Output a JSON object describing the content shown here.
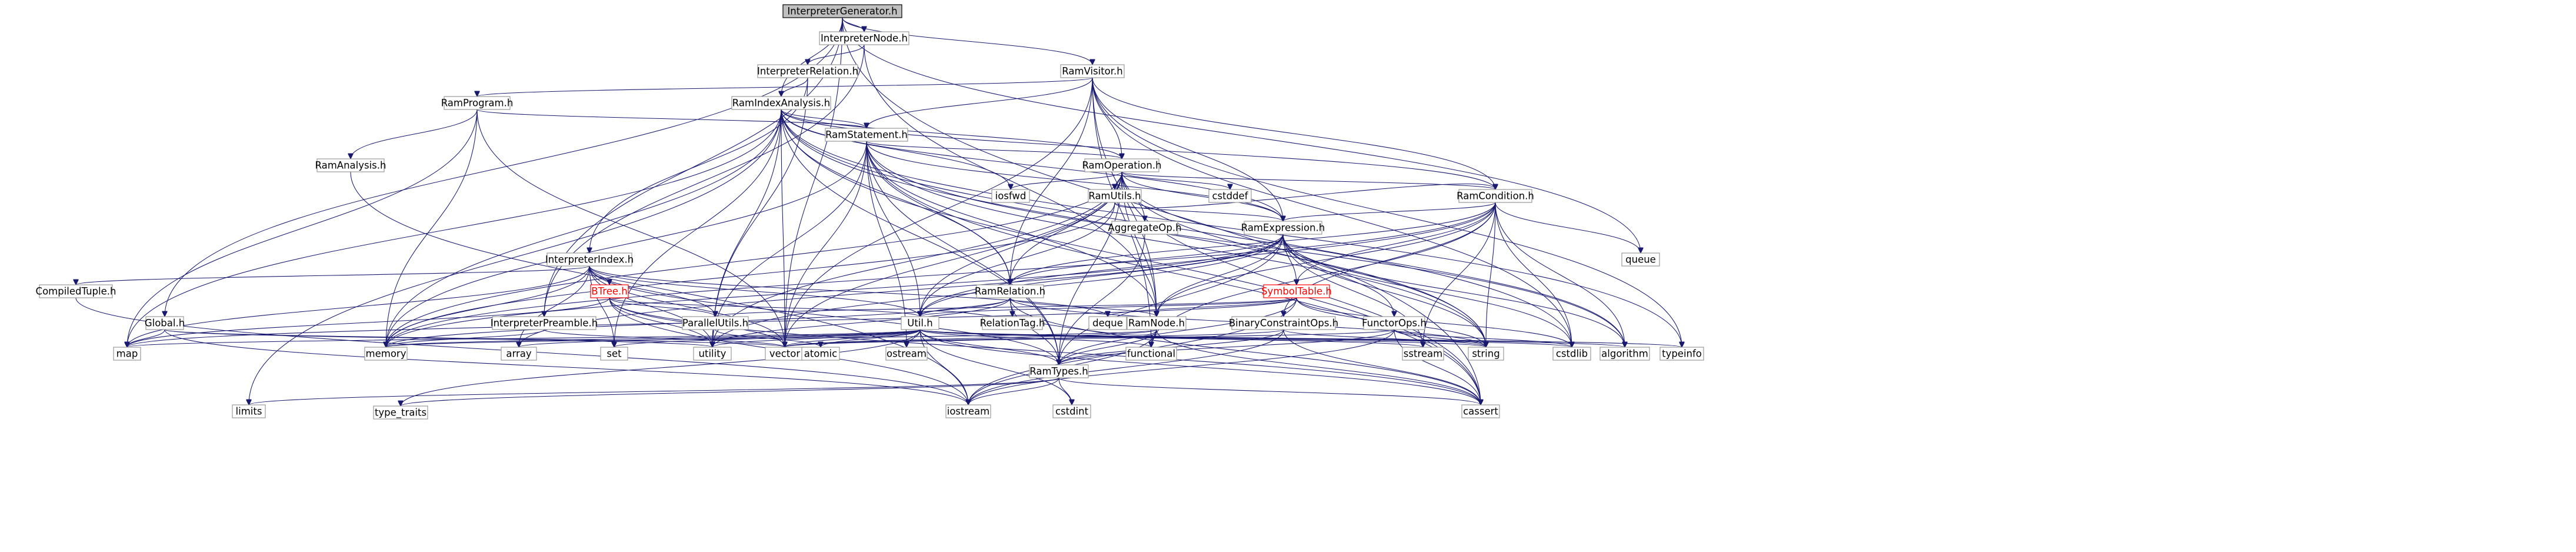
{
  "nodes": [
    {
      "id": "InterpreterGenerator",
      "label": "InterpreterGenerator.h",
      "root": true
    },
    {
      "id": "InterpreterNode",
      "label": "InterpreterNode.h"
    },
    {
      "id": "InterpreterRelation",
      "label": "InterpreterRelation.h"
    },
    {
      "id": "RamVisitor",
      "label": "RamVisitor.h"
    },
    {
      "id": "RamProgram",
      "label": "RamProgram.h"
    },
    {
      "id": "RamIndexAnalysis",
      "label": "RamIndexAnalysis.h"
    },
    {
      "id": "RamStatement",
      "label": "RamStatement.h"
    },
    {
      "id": "RamAnalysis",
      "label": "RamAnalysis.h"
    },
    {
      "id": "RamOperation",
      "label": "RamOperation.h"
    },
    {
      "id": "RamUtils",
      "label": "RamUtils.h"
    },
    {
      "id": "RamCondition",
      "label": "RamCondition.h"
    },
    {
      "id": "AggregateOp",
      "label": "AggregateOp.h"
    },
    {
      "id": "RamExpression",
      "label": "RamExpression.h"
    },
    {
      "id": "InterpreterIndex",
      "label": "InterpreterIndex.h"
    },
    {
      "id": "CompiledTuple",
      "label": "CompiledTuple.h"
    },
    {
      "id": "BTree",
      "label": "BTree.h",
      "red": true
    },
    {
      "id": "RamRelation",
      "label": "RamRelation.h"
    },
    {
      "id": "SymbolTable",
      "label": "SymbolTable.h",
      "red": true
    },
    {
      "id": "Global",
      "label": "Global.h"
    },
    {
      "id": "InterpreterPreamble",
      "label": "InterpreterPreamble.h"
    },
    {
      "id": "ParallelUtils",
      "label": "ParallelUtils.h"
    },
    {
      "id": "RelationTag",
      "label": "RelationTag.h"
    },
    {
      "id": "Util",
      "label": "Util.h"
    },
    {
      "id": "RamNode",
      "label": "RamNode.h"
    },
    {
      "id": "BinaryConstraintOps",
      "label": "BinaryConstraintOps.h"
    },
    {
      "id": "FunctorOps",
      "label": "FunctorOps.h"
    },
    {
      "id": "RamTypes",
      "label": "RamTypes.h"
    },
    {
      "id": "iosfwd",
      "label": "iosfwd"
    },
    {
      "id": "cstddef",
      "label": "cstddef"
    },
    {
      "id": "queue",
      "label": "queue"
    },
    {
      "id": "deque",
      "label": "deque"
    },
    {
      "id": "map",
      "label": "map"
    },
    {
      "id": "memory",
      "label": "memory"
    },
    {
      "id": "array",
      "label": "array"
    },
    {
      "id": "set",
      "label": "set"
    },
    {
      "id": "vector",
      "label": "vector"
    },
    {
      "id": "utility",
      "label": "utility"
    },
    {
      "id": "atomic",
      "label": "atomic"
    },
    {
      "id": "ostream",
      "label": "ostream"
    },
    {
      "id": "sstream",
      "label": "sstream"
    },
    {
      "id": "functional",
      "label": "functional"
    },
    {
      "id": "string",
      "label": "string"
    },
    {
      "id": "cstdlib",
      "label": "cstdlib"
    },
    {
      "id": "algorithm",
      "label": "algorithm"
    },
    {
      "id": "typeinfo",
      "label": "typeinfo"
    },
    {
      "id": "limits",
      "label": "limits"
    },
    {
      "id": "type_traits",
      "label": "type_traits"
    },
    {
      "id": "iostream",
      "label": "iostream"
    },
    {
      "id": "cstdint",
      "label": "cstdint"
    },
    {
      "id": "cassert",
      "label": "cassert"
    }
  ],
  "edges": [
    [
      "InterpreterGenerator",
      "InterpreterNode"
    ],
    [
      "InterpreterGenerator",
      "RamVisitor"
    ],
    [
      "InterpreterGenerator",
      "RamIndexAnalysis"
    ],
    [
      "InterpreterGenerator",
      "Global"
    ],
    [
      "InterpreterGenerator",
      "InterpreterPreamble"
    ],
    [
      "InterpreterGenerator",
      "vector"
    ],
    [
      "InterpreterGenerator",
      "queue"
    ],
    [
      "InterpreterGenerator",
      "cassert"
    ],
    [
      "InterpreterNode",
      "InterpreterRelation"
    ],
    [
      "InterpreterNode",
      "InterpreterPreamble"
    ],
    [
      "InterpreterNode",
      "RamNode"
    ],
    [
      "InterpreterRelation",
      "RamIndexAnalysis"
    ],
    [
      "InterpreterRelation",
      "InterpreterIndex"
    ],
    [
      "InterpreterRelation",
      "utility"
    ],
    [
      "RamVisitor",
      "RamProgram"
    ],
    [
      "RamVisitor",
      "RamStatement"
    ],
    [
      "RamVisitor",
      "RamOperation"
    ],
    [
      "RamVisitor",
      "RamCondition"
    ],
    [
      "RamVisitor",
      "RamExpression"
    ],
    [
      "RamVisitor",
      "RamRelation"
    ],
    [
      "RamVisitor",
      "RamNode"
    ],
    [
      "RamVisitor",
      "functional"
    ],
    [
      "RamVisitor",
      "vector"
    ],
    [
      "RamVisitor",
      "typeinfo"
    ],
    [
      "RamVisitor",
      "cstdlib"
    ],
    [
      "RamProgram",
      "RamStatement"
    ],
    [
      "RamProgram",
      "RamAnalysis"
    ],
    [
      "RamProgram",
      "map"
    ],
    [
      "RamProgram",
      "memory"
    ],
    [
      "RamProgram",
      "vector"
    ],
    [
      "RamIndexAnalysis",
      "RamStatement"
    ],
    [
      "RamIndexAnalysis",
      "RamOperation"
    ],
    [
      "RamIndexAnalysis",
      "RamCondition"
    ],
    [
      "RamIndexAnalysis",
      "RamExpression"
    ],
    [
      "RamIndexAnalysis",
      "RamRelation"
    ],
    [
      "RamIndexAnalysis",
      "RamTypes"
    ],
    [
      "RamIndexAnalysis",
      "iosfwd"
    ],
    [
      "RamIndexAnalysis",
      "map"
    ],
    [
      "RamIndexAnalysis",
      "memory"
    ],
    [
      "RamIndexAnalysis",
      "set"
    ],
    [
      "RamIndexAnalysis",
      "vector"
    ],
    [
      "RamIndexAnalysis",
      "utility"
    ],
    [
      "RamIndexAnalysis",
      "string"
    ],
    [
      "RamIndexAnalysis",
      "limits"
    ],
    [
      "RamIndexAnalysis",
      "cassert"
    ],
    [
      "RamIndexAnalysis",
      "cstdlib"
    ],
    [
      "RamIndexAnalysis",
      "typeinfo"
    ],
    [
      "RamStatement",
      "RamOperation"
    ],
    [
      "RamStatement",
      "RamRelation"
    ],
    [
      "RamStatement",
      "RamExpression"
    ],
    [
      "RamStatement",
      "RamNode"
    ],
    [
      "RamStatement",
      "Util"
    ],
    [
      "RamStatement",
      "RamTypes"
    ],
    [
      "RamStatement",
      "memory"
    ],
    [
      "RamStatement",
      "vector"
    ],
    [
      "RamStatement",
      "utility"
    ],
    [
      "RamStatement",
      "string"
    ],
    [
      "RamStatement",
      "ostream"
    ],
    [
      "RamStatement",
      "algorithm"
    ],
    [
      "RamStatement",
      "cassert"
    ],
    [
      "RamAnalysis",
      "iostream"
    ],
    [
      "RamOperation",
      "RamUtils"
    ],
    [
      "RamOperation",
      "RamCondition"
    ],
    [
      "RamOperation",
      "RamExpression"
    ],
    [
      "RamOperation",
      "RamRelation"
    ],
    [
      "RamOperation",
      "AggregateOp"
    ],
    [
      "RamOperation",
      "RamNode"
    ],
    [
      "RamOperation",
      "RamTypes"
    ],
    [
      "RamOperation",
      "Util"
    ],
    [
      "RamOperation",
      "cstddef"
    ],
    [
      "RamOperation",
      "iosfwd"
    ],
    [
      "RamOperation",
      "memory"
    ],
    [
      "RamOperation",
      "vector"
    ],
    [
      "RamOperation",
      "utility"
    ],
    [
      "RamOperation",
      "string"
    ],
    [
      "RamOperation",
      "cassert"
    ],
    [
      "RamOperation",
      "algorithm"
    ],
    [
      "RamUtils",
      "RamCondition"
    ],
    [
      "RamUtils",
      "RamExpression"
    ],
    [
      "RamUtils",
      "Util"
    ],
    [
      "RamUtils",
      "memory"
    ],
    [
      "RamCondition",
      "RamExpression"
    ],
    [
      "RamCondition",
      "RamRelation"
    ],
    [
      "RamCondition",
      "BinaryConstraintOps"
    ],
    [
      "RamCondition",
      "SymbolTable"
    ],
    [
      "RamCondition",
      "RamNode"
    ],
    [
      "RamCondition",
      "Util"
    ],
    [
      "RamCondition",
      "queue"
    ],
    [
      "RamCondition",
      "string"
    ],
    [
      "RamCondition",
      "sstream"
    ],
    [
      "RamCondition",
      "cstdlib"
    ],
    [
      "RamCondition",
      "algorithm"
    ],
    [
      "RamCondition",
      "memory"
    ],
    [
      "RamCondition",
      "functional"
    ],
    [
      "AggregateOp",
      "RamTypes"
    ],
    [
      "RamExpression",
      "FunctorOps"
    ],
    [
      "RamExpression",
      "RamRelation"
    ],
    [
      "RamExpression",
      "SymbolTable"
    ],
    [
      "RamExpression",
      "RamNode"
    ],
    [
      "RamExpression",
      "RamTypes"
    ],
    [
      "RamExpression",
      "Util"
    ],
    [
      "RamExpression",
      "array"
    ],
    [
      "RamExpression",
      "memory"
    ],
    [
      "RamExpression",
      "utility"
    ],
    [
      "RamExpression",
      "string"
    ],
    [
      "RamExpression",
      "sstream"
    ],
    [
      "RamExpression",
      "cstdlib"
    ],
    [
      "RamExpression",
      "algorithm"
    ],
    [
      "InterpreterIndex",
      "CompiledTuple"
    ],
    [
      "InterpreterIndex",
      "BTree"
    ],
    [
      "InterpreterIndex",
      "ParallelUtils"
    ],
    [
      "InterpreterIndex",
      "RamTypes"
    ],
    [
      "InterpreterIndex",
      "Util"
    ],
    [
      "InterpreterIndex",
      "array"
    ],
    [
      "InterpreterIndex",
      "memory"
    ],
    [
      "InterpreterIndex",
      "utility"
    ],
    [
      "InterpreterIndex",
      "vector"
    ],
    [
      "InterpreterIndex",
      "map"
    ],
    [
      "InterpreterIndex",
      "set"
    ],
    [
      "InterpreterIndex",
      "deque"
    ],
    [
      "CompiledTuple",
      "iostream"
    ],
    [
      "BTree",
      "ParallelUtils"
    ],
    [
      "BTree",
      "Util"
    ],
    [
      "BTree",
      "iostream"
    ],
    [
      "BTree",
      "vector"
    ],
    [
      "BTree",
      "utility"
    ],
    [
      "BTree",
      "map"
    ],
    [
      "BTree",
      "cassert"
    ],
    [
      "RamRelation",
      "RelationTag"
    ],
    [
      "RamRelation",
      "RamNode"
    ],
    [
      "RamRelation",
      "RamTypes"
    ],
    [
      "RamRelation",
      "Util"
    ],
    [
      "RamRelation",
      "memory"
    ],
    [
      "RamRelation",
      "string"
    ],
    [
      "RamRelation",
      "utility"
    ],
    [
      "RamRelation",
      "cassert"
    ],
    [
      "SymbolTable",
      "ParallelUtils"
    ],
    [
      "SymbolTable",
      "RamTypes"
    ],
    [
      "SymbolTable",
      "Util"
    ],
    [
      "SymbolTable",
      "deque"
    ],
    [
      "SymbolTable",
      "iostream"
    ],
    [
      "SymbolTable",
      "string"
    ],
    [
      "SymbolTable",
      "cstdlib"
    ],
    [
      "SymbolTable",
      "map"
    ],
    [
      "Global",
      "map"
    ],
    [
      "Global",
      "utility"
    ],
    [
      "Global",
      "vector"
    ],
    [
      "Global",
      "iostream"
    ],
    [
      "InterpreterPreamble",
      "memory"
    ],
    [
      "InterpreterPreamble",
      "vector"
    ],
    [
      "ParallelUtils",
      "atomic"
    ],
    [
      "Util",
      "RamTypes"
    ],
    [
      "Util",
      "map"
    ],
    [
      "Util",
      "memory"
    ],
    [
      "Util",
      "array"
    ],
    [
      "Util",
      "set"
    ],
    [
      "Util",
      "vector"
    ],
    [
      "Util",
      "utility"
    ],
    [
      "Util",
      "atomic"
    ],
    [
      "Util",
      "ostream"
    ],
    [
      "Util",
      "sstream"
    ],
    [
      "Util",
      "functional"
    ],
    [
      "Util",
      "string"
    ],
    [
      "Util",
      "cstdlib"
    ],
    [
      "Util",
      "algorithm"
    ],
    [
      "Util",
      "typeinfo"
    ],
    [
      "Util",
      "iostream"
    ],
    [
      "Util",
      "cstdint"
    ],
    [
      "Util",
      "cassert"
    ],
    [
      "Util",
      "type_traits"
    ],
    [
      "RamNode",
      "RamTypes"
    ],
    [
      "RamNode",
      "Util"
    ],
    [
      "RamNode",
      "functional"
    ],
    [
      "RamNode",
      "vector"
    ],
    [
      "RamNode",
      "memory"
    ],
    [
      "RamNode",
      "iostream"
    ],
    [
      "RamNode",
      "cassert"
    ],
    [
      "BinaryConstraintOps",
      "RamTypes"
    ],
    [
      "BinaryConstraintOps",
      "iostream"
    ],
    [
      "BinaryConstraintOps",
      "cassert"
    ],
    [
      "BinaryConstraintOps",
      "string"
    ],
    [
      "BinaryConstraintOps",
      "vector"
    ],
    [
      "FunctorOps",
      "RamTypes"
    ],
    [
      "FunctorOps",
      "iostream"
    ],
    [
      "FunctorOps",
      "cassert"
    ],
    [
      "FunctorOps",
      "cstdlib"
    ],
    [
      "FunctorOps",
      "string"
    ],
    [
      "FunctorOps",
      "vector"
    ],
    [
      "RamTypes",
      "iostream"
    ],
    [
      "RamTypes",
      "cstdint"
    ],
    [
      "RamTypes",
      "limits"
    ],
    [
      "RamTypes",
      "type_traits"
    ],
    [
      "RamTypes",
      "cassert"
    ]
  ]
}
